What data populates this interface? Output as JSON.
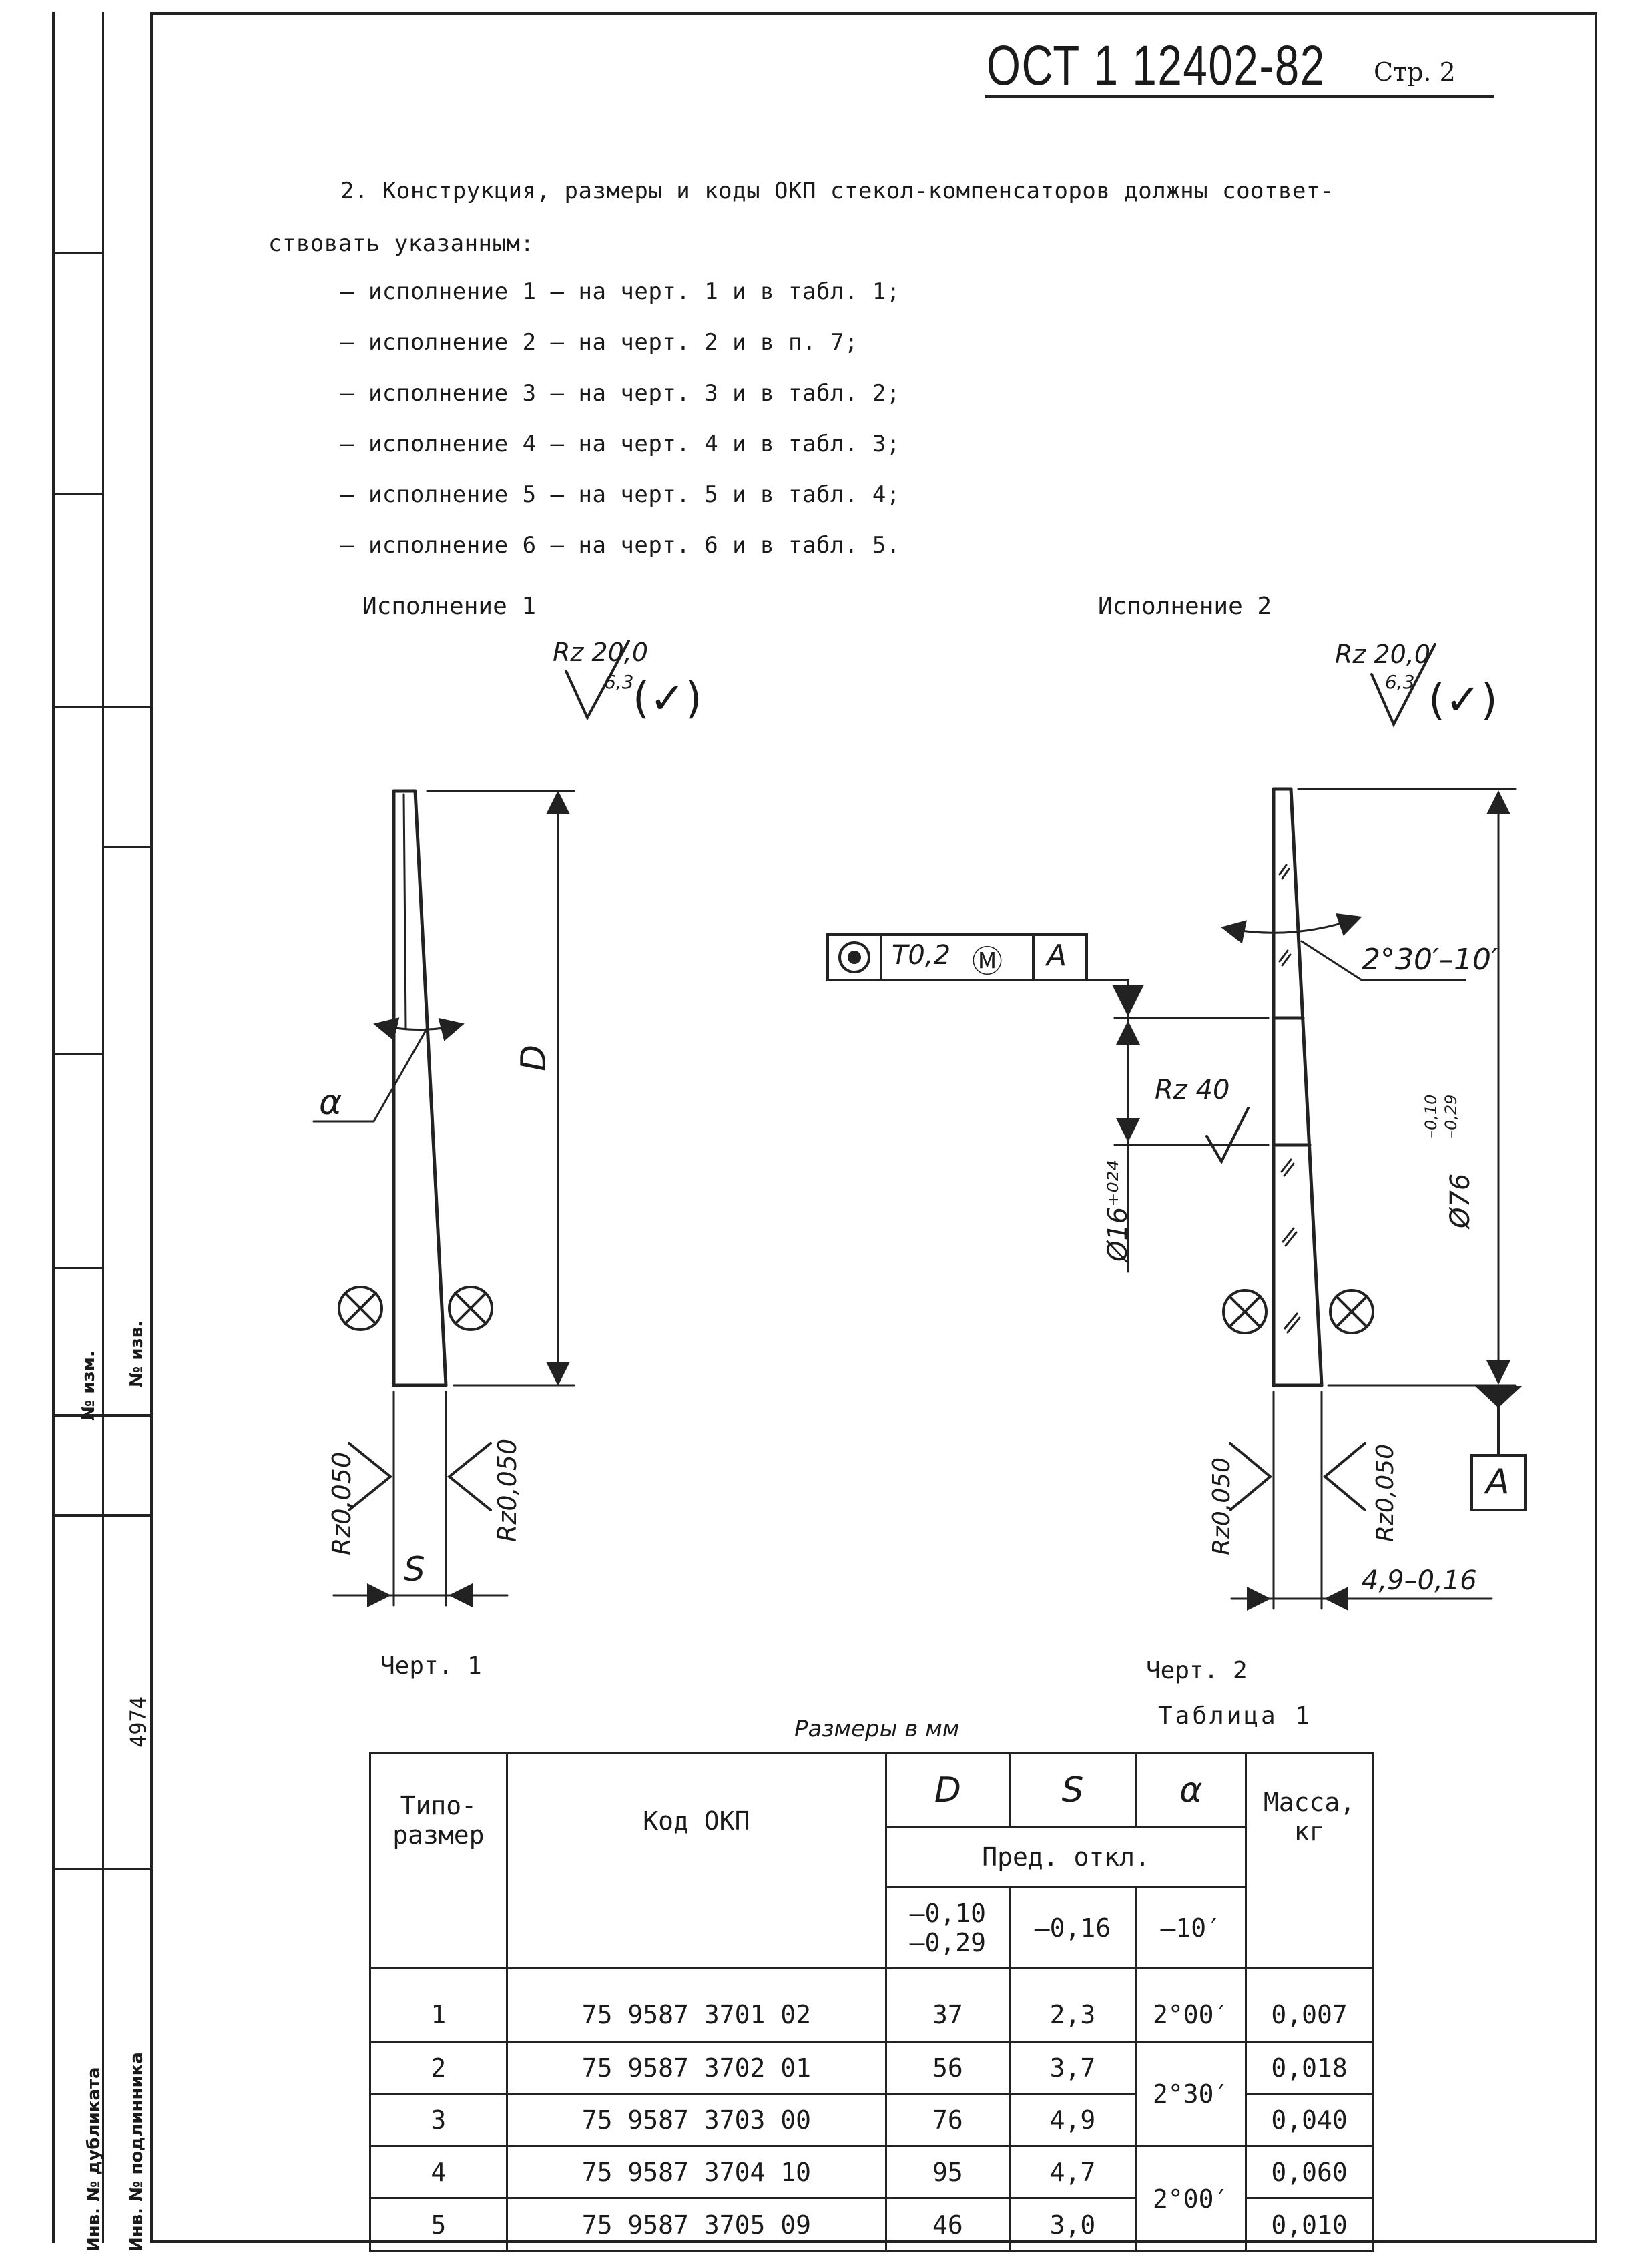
{
  "header": {
    "doc_code": "ОСТ 1 12402-82",
    "page": "Стр. 2"
  },
  "intro": {
    "line1": "2. Конструкция, размеры и коды ОКП стекол-компенсаторов должны соответ-",
    "line2": "ствовать указанным:",
    "items": [
      "– исполнение 1 – на черт. 1 и в табл. 1;",
      "– исполнение 2 – на черт. 2 и в п. 7;",
      "– исполнение 3 – на черт. 3 и в табл. 2;",
      "– исполнение 4 – на черт. 4 и в табл. 3;",
      "– исполнение 5 – на черт. 5 и в табл. 4;",
      "– исполнение 6 – на черт. 6 и в табл. 5."
    ]
  },
  "drawing1": {
    "title": "Исполнение 1",
    "caption": "Черт. 1",
    "roughness_top": "Rz 20,0",
    "roughness_top_sub": "6,3",
    "roughness_left": "Rz0,050",
    "roughness_right": "Rz0,050",
    "dim_D": "D",
    "dim_alpha": "α",
    "dim_S": "S"
  },
  "drawing2": {
    "title": "Исполнение 2",
    "caption": "Черт. 2",
    "roughness_top": "Rz 20,0",
    "roughness_top_sub": "6,3",
    "tolerance_frame": [
      "T0,2",
      "A"
    ],
    "angle": "2°30′–10′",
    "roughness_mid": "Rz 40",
    "dim_small": "Ø16⁺⁰²⁴",
    "dim_large": "Ø76",
    "dim_large_tol_top": "–0,10",
    "dim_large_tol_bottom": "–0,29",
    "roughness_left": "Rz0,050",
    "roughness_right": "Rz0,050",
    "datum": "A",
    "dim_thickness": "4,9–0,16"
  },
  "sidebar": {
    "inv_no": "4974",
    "izm_label": "№ изм.",
    "izv_label": "№ изв.",
    "dubl_label": "Инв. № дубликата",
    "podl_label": "Инв. № подлинника"
  },
  "table": {
    "units": "Размеры в мм",
    "title": "Таблица 1",
    "headers": {
      "type": "Типо-\nразмер",
      "code": "Код ОКП",
      "D": "D",
      "S": "S",
      "alpha": "α",
      "mass": "Масса,\nкг",
      "tol_group": "Пред. откл.",
      "tol_D": "–0,10\n–0,29",
      "tol_S": "–0,16",
      "tol_alpha": "–10′"
    },
    "rows": [
      {
        "type": "1",
        "code": "75 9587 3701 02",
        "D": "37",
        "S": "2,3",
        "alpha": "2°00′",
        "mass": "0,007"
      },
      {
        "type": "2",
        "code": "75 9587 3702 01",
        "D": "56",
        "S": "3,7",
        "alpha": "",
        "mass": "0,018"
      },
      {
        "type": "3",
        "code": "75 9587 3703 00",
        "D": "76",
        "S": "4,9",
        "alpha": "2°30′",
        "mass": "0,040"
      },
      {
        "type": "4",
        "code": "75 9587 3704 10",
        "D": "95",
        "S": "4,7",
        "alpha": "",
        "mass": "0,060"
      },
      {
        "type": "5",
        "code": "75 9587 3705 09",
        "D": "46",
        "S": "3,0",
        "alpha": "2°00′",
        "mass": "0,010"
      }
    ]
  }
}
